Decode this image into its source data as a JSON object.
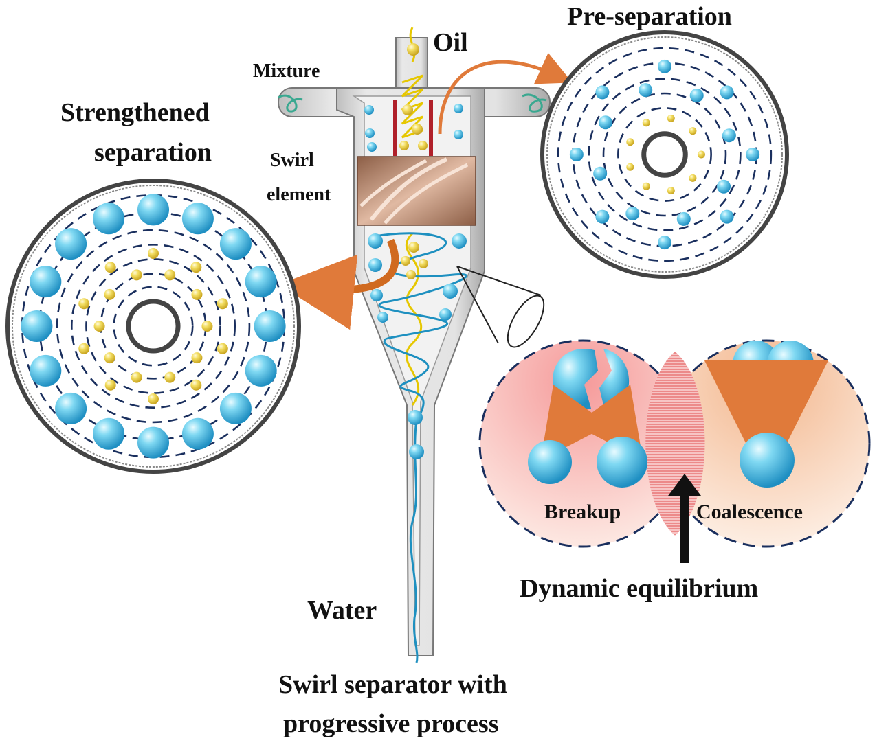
{
  "labels": {
    "oil": "Oil",
    "mixture": "Mixture",
    "pre_separation": "Pre-separation",
    "strengthened_line1": "Strengthened",
    "strengthened_line2": "separation",
    "swirl_line1": "Swirl",
    "swirl_line2": "element",
    "water": "Water",
    "breakup": "Breakup",
    "coalescence": "Coalescence",
    "dynamic_equilibrium": "Dynamic equilibrium",
    "caption_line1": "Swirl separator with",
    "caption_line2": "progressive process"
  },
  "colors": {
    "oil_droplet": "#f2dc5a",
    "water_droplet": "#4fc3e6",
    "ring_dash": "#1a2f5e",
    "arrow_orange": "#e07a3a",
    "swirl_element": "#c99a80",
    "breakup_zone": "#f4b0b0",
    "coalescence_zone": "#f6c8a6"
  },
  "icons": {
    "droplet": "sphere-icon",
    "arrow": "curved-arrow-icon"
  }
}
